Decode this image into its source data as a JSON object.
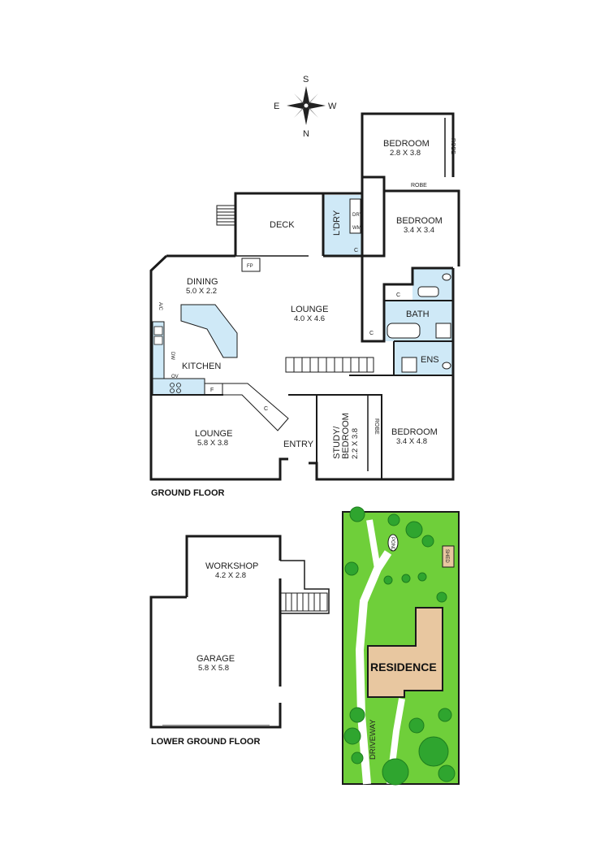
{
  "compass": {
    "top": "S",
    "left": "E",
    "right": "W",
    "bottom": "N"
  },
  "ground_floor": {
    "title": "GROUND FLOOR",
    "rooms": {
      "bedroom1": {
        "name": "BEDROOM",
        "dims": "2.8 X 3.8"
      },
      "robe1": "ROBE",
      "robe2": "ROBE",
      "bedroom2": {
        "name": "BEDROOM",
        "dims": "3.4 X 3.4"
      },
      "deck": "DECK",
      "ldry": "L'DRY",
      "dry": "DRY",
      "wm": "WM",
      "fp": "FP",
      "dining": {
        "name": "DINING",
        "dims": "5.0 X 2.2"
      },
      "ac": "A/C",
      "lounge_upper": {
        "name": "LOUNGE",
        "dims": "4.0 X 4.6"
      },
      "bath": "BATH",
      "ens": "ENS",
      "c_labels": [
        "C",
        "C",
        "C",
        "C"
      ],
      "dw": "DW",
      "kitchen": "KITCHEN",
      "ov": "OV",
      "f": "F",
      "lounge_lower": {
        "name": "LOUNGE",
        "dims": "5.8 X 3.8"
      },
      "entry": "ENTRY",
      "study": {
        "name": "STUDY/",
        "name2": "BEDROOM",
        "dims": "2.2 X 3.8"
      },
      "robe3": "ROBE",
      "bedroom3": {
        "name": "BEDROOM",
        "dims": "3.4 X 4.8"
      }
    }
  },
  "lower_ground_floor": {
    "title": "LOWER GROUND FLOOR",
    "workshop": {
      "name": "WORKSHOP",
      "dims": "4.2 X 2.8"
    },
    "garage": {
      "name": "GARAGE",
      "dims": "5.8 X 5.8"
    }
  },
  "site_plan": {
    "residence": "RESIDENCE",
    "shed": "SHED",
    "pond": "POND",
    "driveway": "DRIVEWAY"
  },
  "colors": {
    "wall": "#1a1a1a",
    "wet_area": "#cfe9f7",
    "lawn": "#6fcf3a",
    "tree": "#2fa52f",
    "tree_dark": "#1e7d1e",
    "residence": "#e8c7a0",
    "path": "#ffffff"
  }
}
